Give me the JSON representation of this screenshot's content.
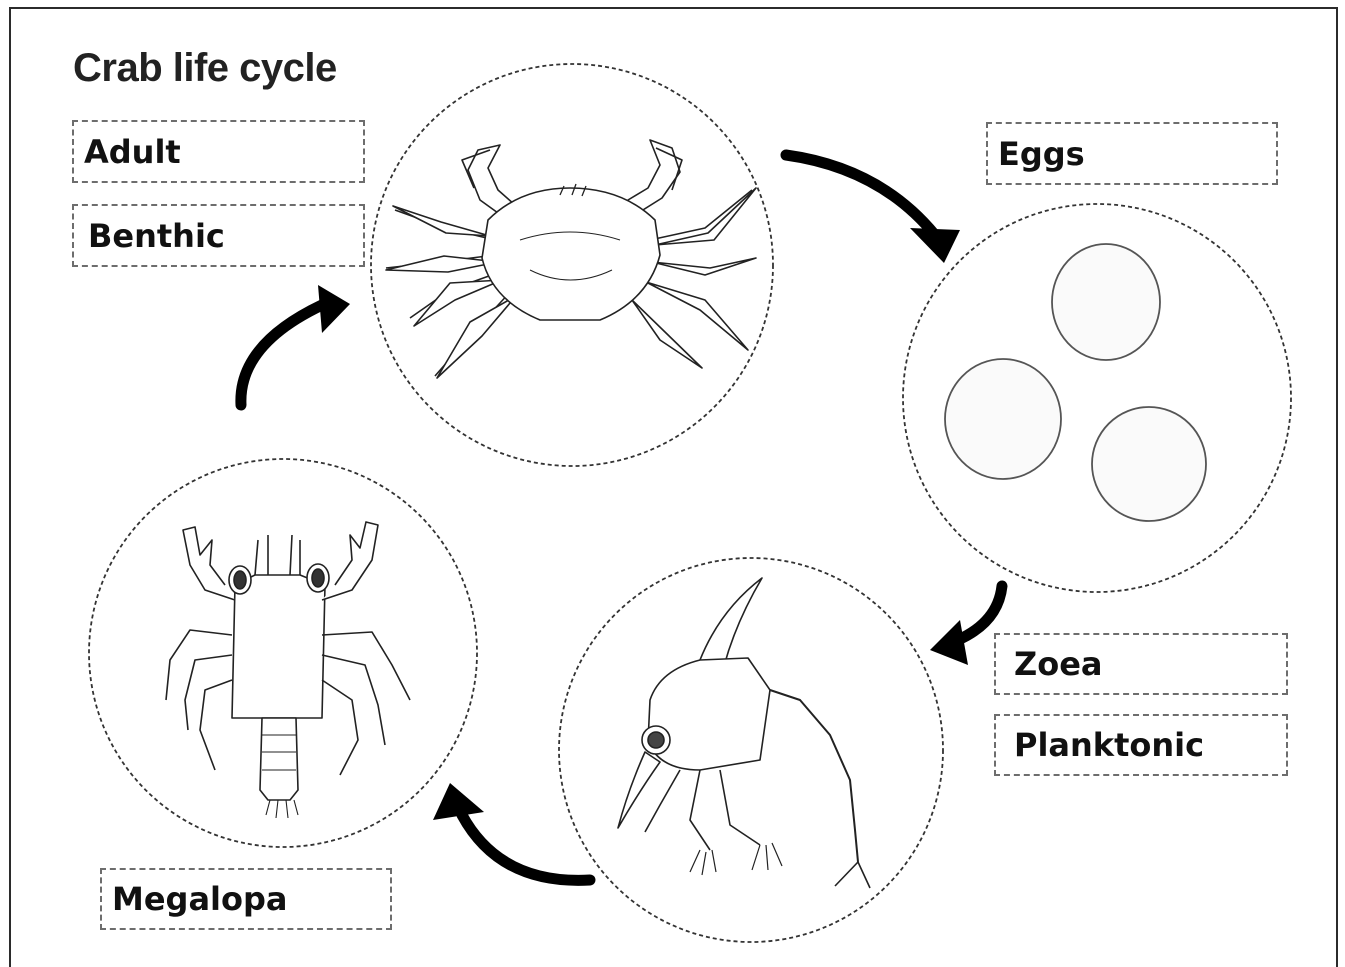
{
  "title": "Crab life cycle",
  "stages": {
    "adult": {
      "name": "Adult",
      "habitat": "Benthic"
    },
    "eggs": {
      "name": "Eggs"
    },
    "zoea": {
      "name": "Zoea",
      "habitat": "Planktonic"
    },
    "megalopa": {
      "name": "Megalopa"
    }
  },
  "colors": {
    "line": "#222222",
    "dashed_border": "#6d6d6d",
    "arrow": "#000000"
  },
  "icons": [
    "adult-crab-icon",
    "egg-icon",
    "zoea-larva-icon",
    "megalopa-larva-icon",
    "cycle-arrow-icon"
  ]
}
